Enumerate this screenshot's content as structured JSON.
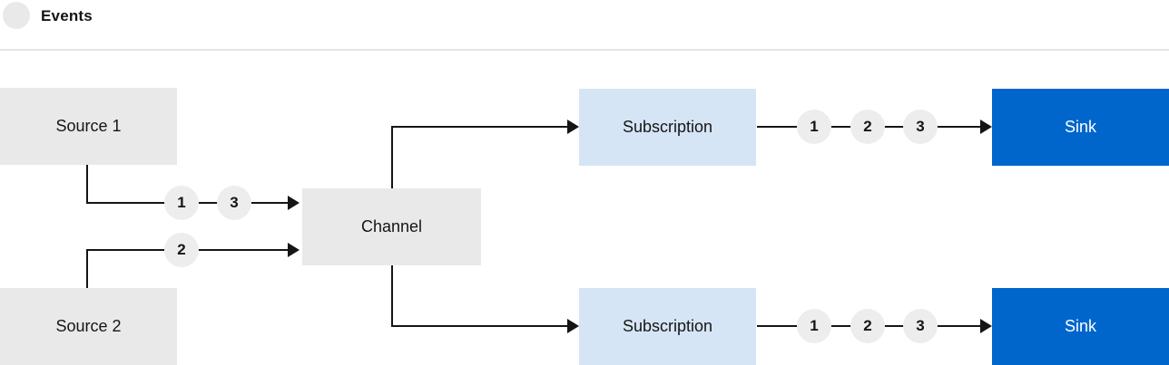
{
  "legend": {
    "label": "Events"
  },
  "nodes": {
    "source1": {
      "label": "Source 1"
    },
    "source2": {
      "label": "Source 2"
    },
    "channel": {
      "label": "Channel"
    },
    "subscription_top": {
      "label": "Subscription"
    },
    "subscription_bottom": {
      "label": "Subscription"
    },
    "sink_top": {
      "label": "Sink"
    },
    "sink_bottom": {
      "label": "Sink"
    }
  },
  "markers": {
    "source1_row": [
      "1",
      "3"
    ],
    "source2_row": [
      "2"
    ],
    "sink_top_row": [
      "1",
      "2",
      "3"
    ],
    "sink_bottom_row": [
      "1",
      "2",
      "3"
    ]
  },
  "colors": {
    "gray_box": "#e9e9e9",
    "light_blue_box": "#d6e5f5",
    "blue_box": "#0066cc",
    "event_circle": "#ededed",
    "line": "#151515",
    "text_dark": "#151515",
    "text_on_blue": "#ffffff",
    "divider": "#e4e4e4"
  }
}
